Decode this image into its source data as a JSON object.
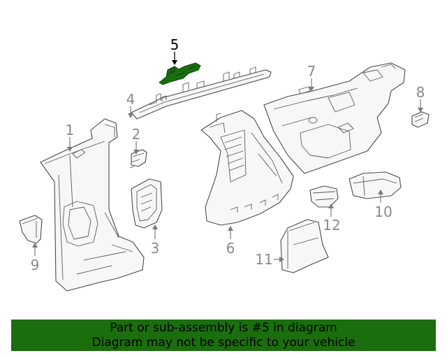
{
  "diagram": {
    "callouts": [
      {
        "id": "1",
        "label": "1"
      },
      {
        "id": "2",
        "label": "2"
      },
      {
        "id": "3",
        "label": "3"
      },
      {
        "id": "4",
        "label": "4"
      },
      {
        "id": "5",
        "label": "5"
      },
      {
        "id": "6",
        "label": "6"
      },
      {
        "id": "7",
        "label": "7"
      },
      {
        "id": "8",
        "label": "8"
      },
      {
        "id": "9",
        "label": "9"
      },
      {
        "id": "10",
        "label": "10"
      },
      {
        "id": "11",
        "label": "11"
      },
      {
        "id": "12",
        "label": "12"
      }
    ],
    "highlighted_part": "5",
    "highlight_color": "#1b6e0d"
  },
  "banner": {
    "line1": "Part or sub-assembly is #5 in diagram",
    "line2": "Diagram may not be specific to your vehicle",
    "background": "#1b6e0d"
  }
}
